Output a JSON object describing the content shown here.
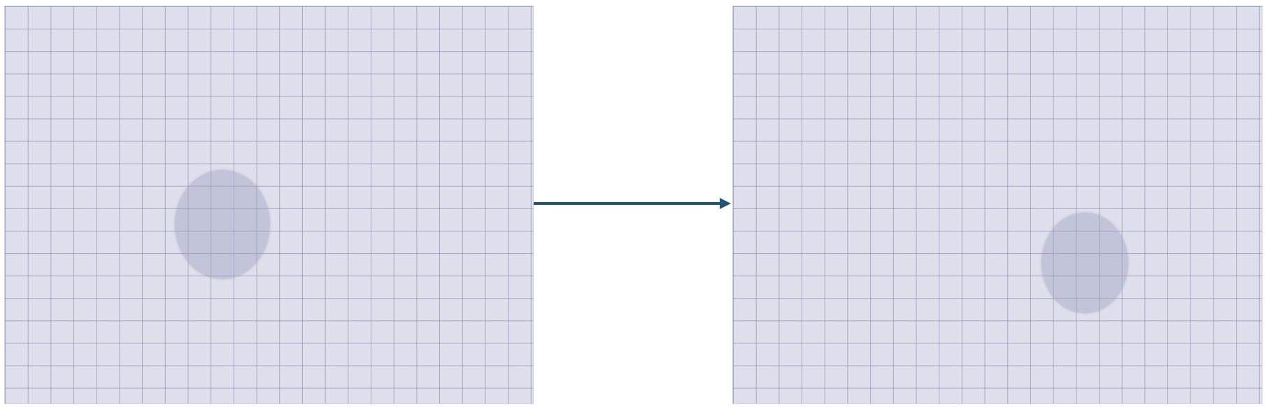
{
  "diagram": {
    "panels": [
      {
        "id": "before",
        "shape": "ellipse"
      },
      {
        "id": "after",
        "shape": "ellipse"
      }
    ],
    "connector": {
      "type": "arrow",
      "direction": "right",
      "color": "#1b5878"
    },
    "colors": {
      "panel_background": "#dfe0ed",
      "grid_line": "#787a96",
      "blob": "#a0a2c0"
    }
  }
}
